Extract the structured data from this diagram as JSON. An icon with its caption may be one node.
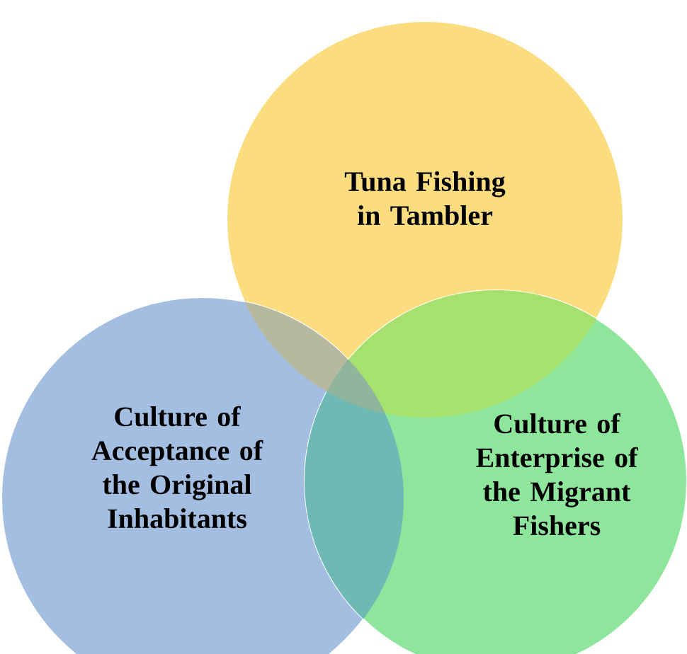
{
  "diagram": {
    "nodes": [
      {
        "text": [
          "Tuna Fishing in Tambler"
        ]
      },
      {
        "text": [
          "Culture of Acceptance of the Original Inhabitants"
        ]
      },
      {
        "text": [
          "Culture of Enterprise of the Migrant Fishers"
        ]
      }
    ]
  }
}
